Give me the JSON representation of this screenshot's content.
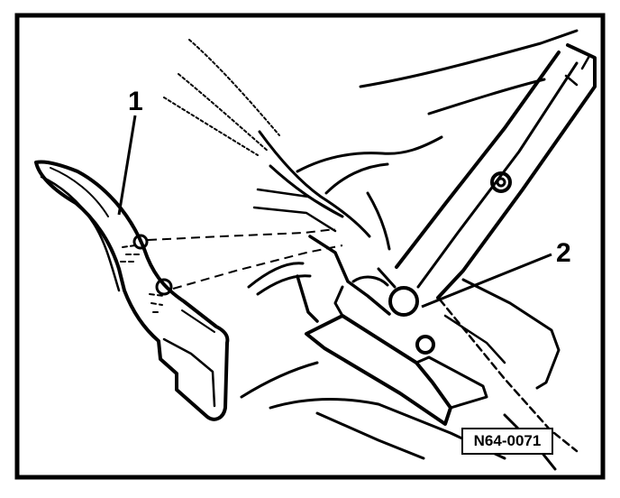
{
  "callouts": {
    "part_1": "1",
    "part_2": "2"
  },
  "reference_code": "N64-0071",
  "colors": {
    "ink": "#000000",
    "paper": "#ffffff"
  }
}
